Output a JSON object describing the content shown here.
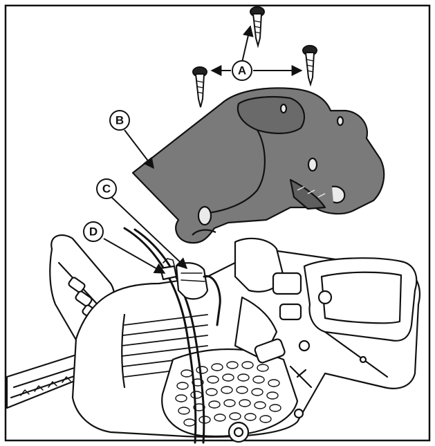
{
  "callouts": {
    "a": "A",
    "b": "B",
    "c": "C",
    "d": "D"
  },
  "colors": {
    "ink": "#111111",
    "cover_fill": "#7a7a7a",
    "cover_shadow": "#5e5e5e",
    "background": "#ffffff"
  },
  "parts": [
    "screws",
    "cylinder-cover",
    "spark-plug-boot",
    "spark-plug"
  ]
}
